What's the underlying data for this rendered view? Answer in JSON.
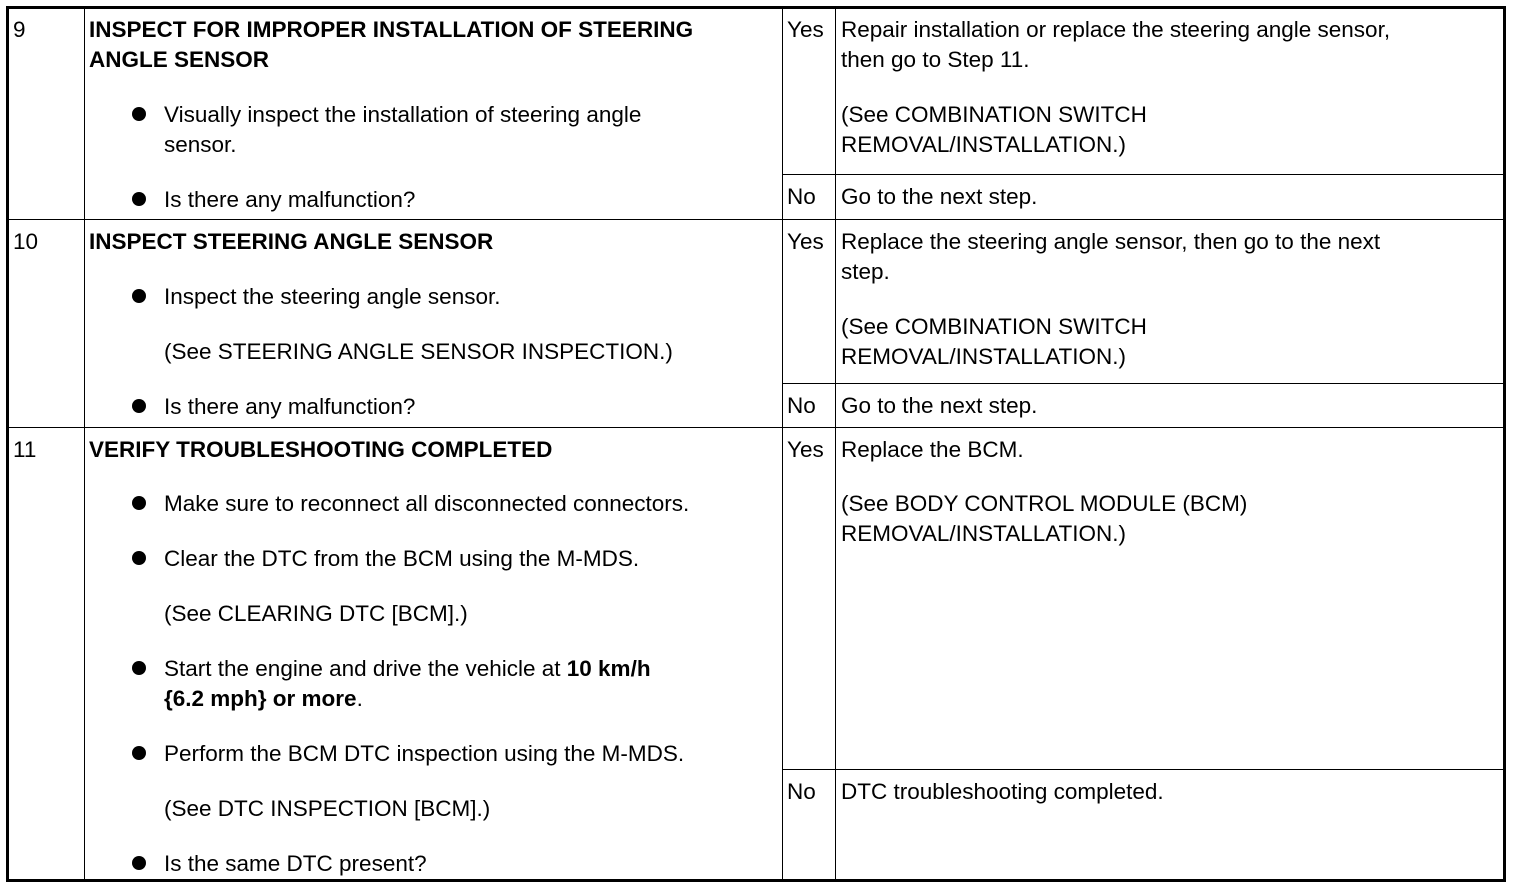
{
  "steps": [
    {
      "number": "9",
      "title_line1": "INSPECT FOR IMPROPER INSTALLATION OF STEERING",
      "title_line2": "ANGLE SENSOR",
      "items": [
        {
          "line1": "Visually inspect the installation of steering angle",
          "line2": "sensor."
        },
        {
          "line1": "Is there any malfunction?"
        }
      ],
      "yes_label": "Yes",
      "yes_line1": "Repair installation or replace the steering angle sensor,",
      "yes_line2": "then go to Step 11.",
      "yes_ref_line1": "(See COMBINATION SWITCH",
      "yes_ref_line2": "REMOVAL/INSTALLATION.)",
      "no_label": "No",
      "no_text": "Go to the next step."
    },
    {
      "number": "10",
      "title": "INSPECT STEERING ANGLE SENSOR",
      "items": [
        {
          "line1": "Inspect the steering angle sensor.",
          "ref": "(See STEERING ANGLE SENSOR INSPECTION.)"
        },
        {
          "line1": "Is there any malfunction?"
        }
      ],
      "yes_label": "Yes",
      "yes_line1": "Replace the steering angle sensor, then go to the next",
      "yes_line2": "step.",
      "yes_ref_line1": "(See COMBINATION SWITCH",
      "yes_ref_line2": "REMOVAL/INSTALLATION.)",
      "no_label": "No",
      "no_text": "Go to the next step."
    },
    {
      "number": "11",
      "title": "VERIFY TROUBLESHOOTING COMPLETED",
      "items": [
        {
          "line1": "Make sure to reconnect all disconnected connectors."
        },
        {
          "line1": "Clear the DTC from the BCM using the M-MDS.",
          "ref": "(See CLEARING DTC [BCM].)"
        },
        {
          "line1_plain": "Start the engine and drive the vehicle at ",
          "line1_bold": "10 km/h",
          "line2_bold": "{6.2 mph} or more",
          "line2_plain": "."
        },
        {
          "line1": "Perform the BCM DTC inspection using the M-MDS.",
          "ref": "(See DTC INSPECTION [BCM].)"
        },
        {
          "line1": "Is the same DTC present?"
        }
      ],
      "yes_label": "Yes",
      "yes_text": "Replace the BCM.",
      "yes_ref_line1": "(See BODY CONTROL MODULE (BCM)",
      "yes_ref_line2": "REMOVAL/INSTALLATION.)",
      "no_label": "No",
      "no_text": "DTC troubleshooting completed."
    }
  ]
}
